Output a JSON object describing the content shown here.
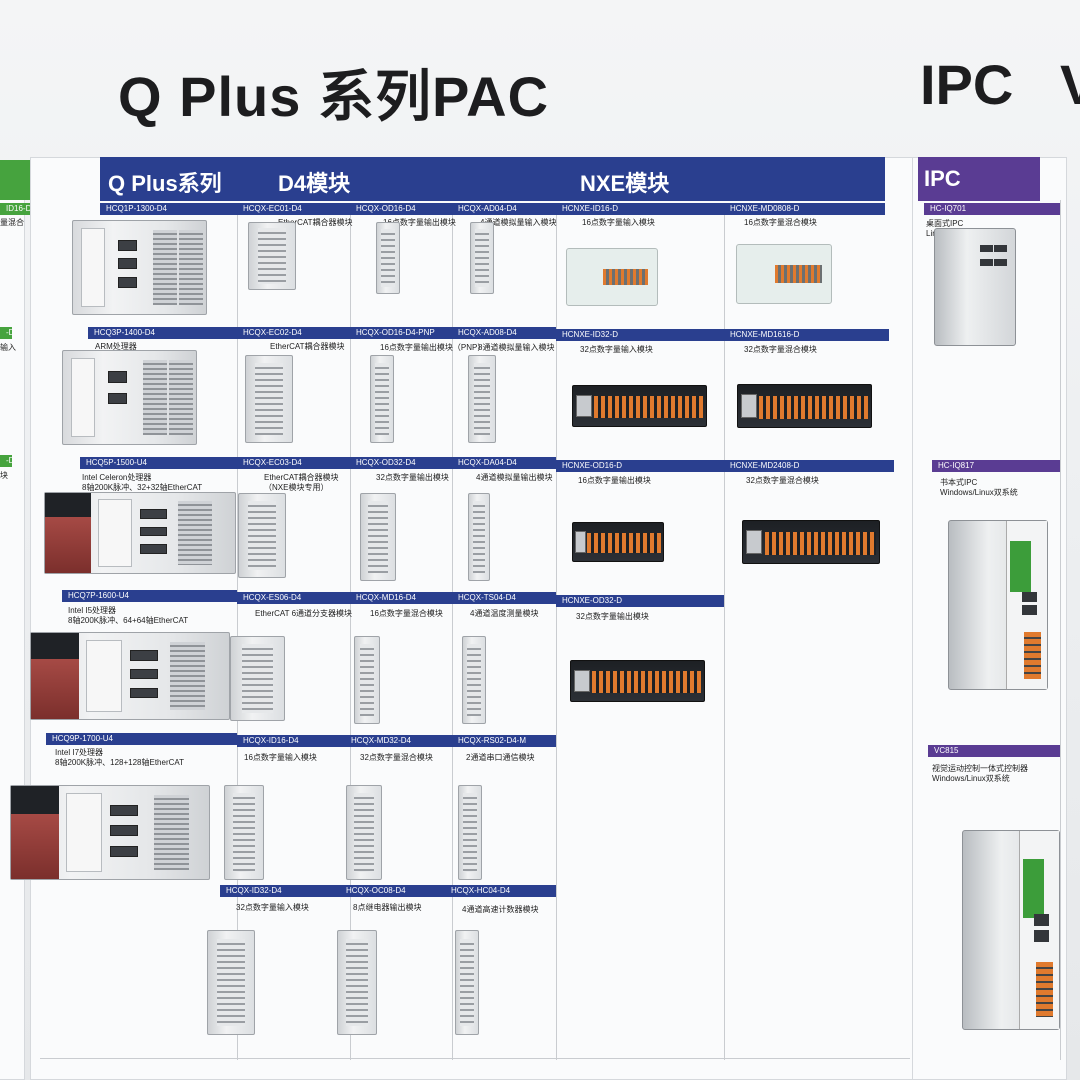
{
  "titles": {
    "main": "Q Plus 系列PAC",
    "ipc": "IPC",
    "partial": "V"
  },
  "bands": {
    "qplus": "Q Plus系列",
    "d4": "D4模块",
    "nxe": "NXE模块",
    "ipc": "IPC"
  },
  "left_fragment": {
    "codes": [
      "ID16-D",
      "-D",
      "-D"
    ],
    "descs": [
      "量混合",
      "输入",
      "块"
    ]
  },
  "qplus": [
    {
      "code": "HCQ1P-1300-D4",
      "desc": []
    },
    {
      "code": "HCQ3P-1400-D4",
      "desc": [
        "ARM处理器"
      ]
    },
    {
      "code": "HCQ5P-1500-U4",
      "desc": [
        "Intel Celeron处理器",
        "8轴200K脉冲、32+32轴EtherCAT"
      ]
    },
    {
      "code": "HCQ7P-1600-U4",
      "desc": [
        "Intel I5处理器",
        "8轴200K脉冲、64+64轴EtherCAT"
      ]
    },
    {
      "code": "HCQ9P-1700-U4",
      "desc": [
        "Intel I7处理器",
        "8轴200K脉冲、128+128轴EtherCAT"
      ]
    }
  ],
  "d4_col1": [
    {
      "code": "HCQX-EC01-D4",
      "desc": [
        "EtherCAT耦合器模块"
      ]
    },
    {
      "code": "HCQX-EC02-D4",
      "desc": [
        "EtherCAT耦合器模块"
      ]
    },
    {
      "code": "HCQX-EC03-D4",
      "desc": [
        "EtherCAT耦合器模块",
        "（NXE模块专用）"
      ]
    },
    {
      "code": "HCQX-ES06-D4",
      "desc": [
        "EtherCAT 6通道分支器模块"
      ]
    },
    {
      "code": "HCQX-ID16-D4",
      "desc": [
        "16点数字量输入模块"
      ]
    },
    {
      "code": "HCQX-ID32-D4",
      "desc": [
        "32点数字量输入模块"
      ]
    }
  ],
  "d4_col2": [
    {
      "code": "HCQX-OD16-D4",
      "desc": [
        "16点数字量输出模块"
      ]
    },
    {
      "code": "HCQX-OD16-D4-PNP",
      "desc": [
        "16点数字量输出模块（PNP）"
      ]
    },
    {
      "code": "HCQX-OD32-D4",
      "desc": [
        "32点数字量输出模块"
      ]
    },
    {
      "code": "HCQX-MD16-D4",
      "desc": [
        "16点数字量混合模块"
      ]
    },
    {
      "code": "HCQX-MD32-D4",
      "desc": [
        "32点数字量混合模块"
      ]
    },
    {
      "code": "HCQX-OC08-D4",
      "desc": [
        "8点继电器输出模块"
      ]
    }
  ],
  "d4_col3": [
    {
      "code": "HCQX-AD04-D4",
      "desc": [
        "4通道模拟量输入模块"
      ]
    },
    {
      "code": "HCQX-AD08-D4",
      "desc": [
        "8通道模拟量输入模块"
      ]
    },
    {
      "code": "HCQX-DA04-D4",
      "desc": [
        "4通道模拟量输出模块"
      ]
    },
    {
      "code": "HCQX-TS04-D4",
      "desc": [
        "4通道温度测量模块"
      ]
    },
    {
      "code": "HCQX-RS02-D4-M",
      "desc": [
        "2通道串口通信模块"
      ]
    },
    {
      "code": "HCQX-HC04-D4",
      "desc": [
        "4通道高速计数器模块"
      ]
    }
  ],
  "nxe_col1": [
    {
      "code": "HCNXE-ID16-D",
      "desc": [
        "16点数字量输入模块"
      ]
    },
    {
      "code": "HCNXE-ID32-D",
      "desc": [
        "32点数字量输入模块"
      ]
    },
    {
      "code": "HCNXE-OD16-D",
      "desc": [
        "16点数字量输出模块"
      ]
    },
    {
      "code": "HCNXE-OD32-D",
      "desc": [
        "32点数字量输出模块"
      ]
    }
  ],
  "nxe_col2": [
    {
      "code": "HCNXE-MD0808-D",
      "desc": [
        "16点数字量混合模块"
      ]
    },
    {
      "code": "HCNXE-MD1616-D",
      "desc": [
        "32点数字量混合模块"
      ]
    },
    {
      "code": "HCNXE-MD2408-D",
      "desc": [
        "32点数字量混合模块"
      ]
    }
  ],
  "ipc": [
    {
      "code": "HC-IQ701",
      "desc": [
        "桌面式IPC",
        "Linux系统"
      ]
    },
    {
      "code": "HC-IQ817",
      "desc": [
        "书本式IPC",
        "Windows/Linux双系统"
      ]
    },
    {
      "code": "VC815",
      "desc": [
        "视觉运动控制一体式控制器",
        "Windows/Linux双系统"
      ]
    }
  ]
}
